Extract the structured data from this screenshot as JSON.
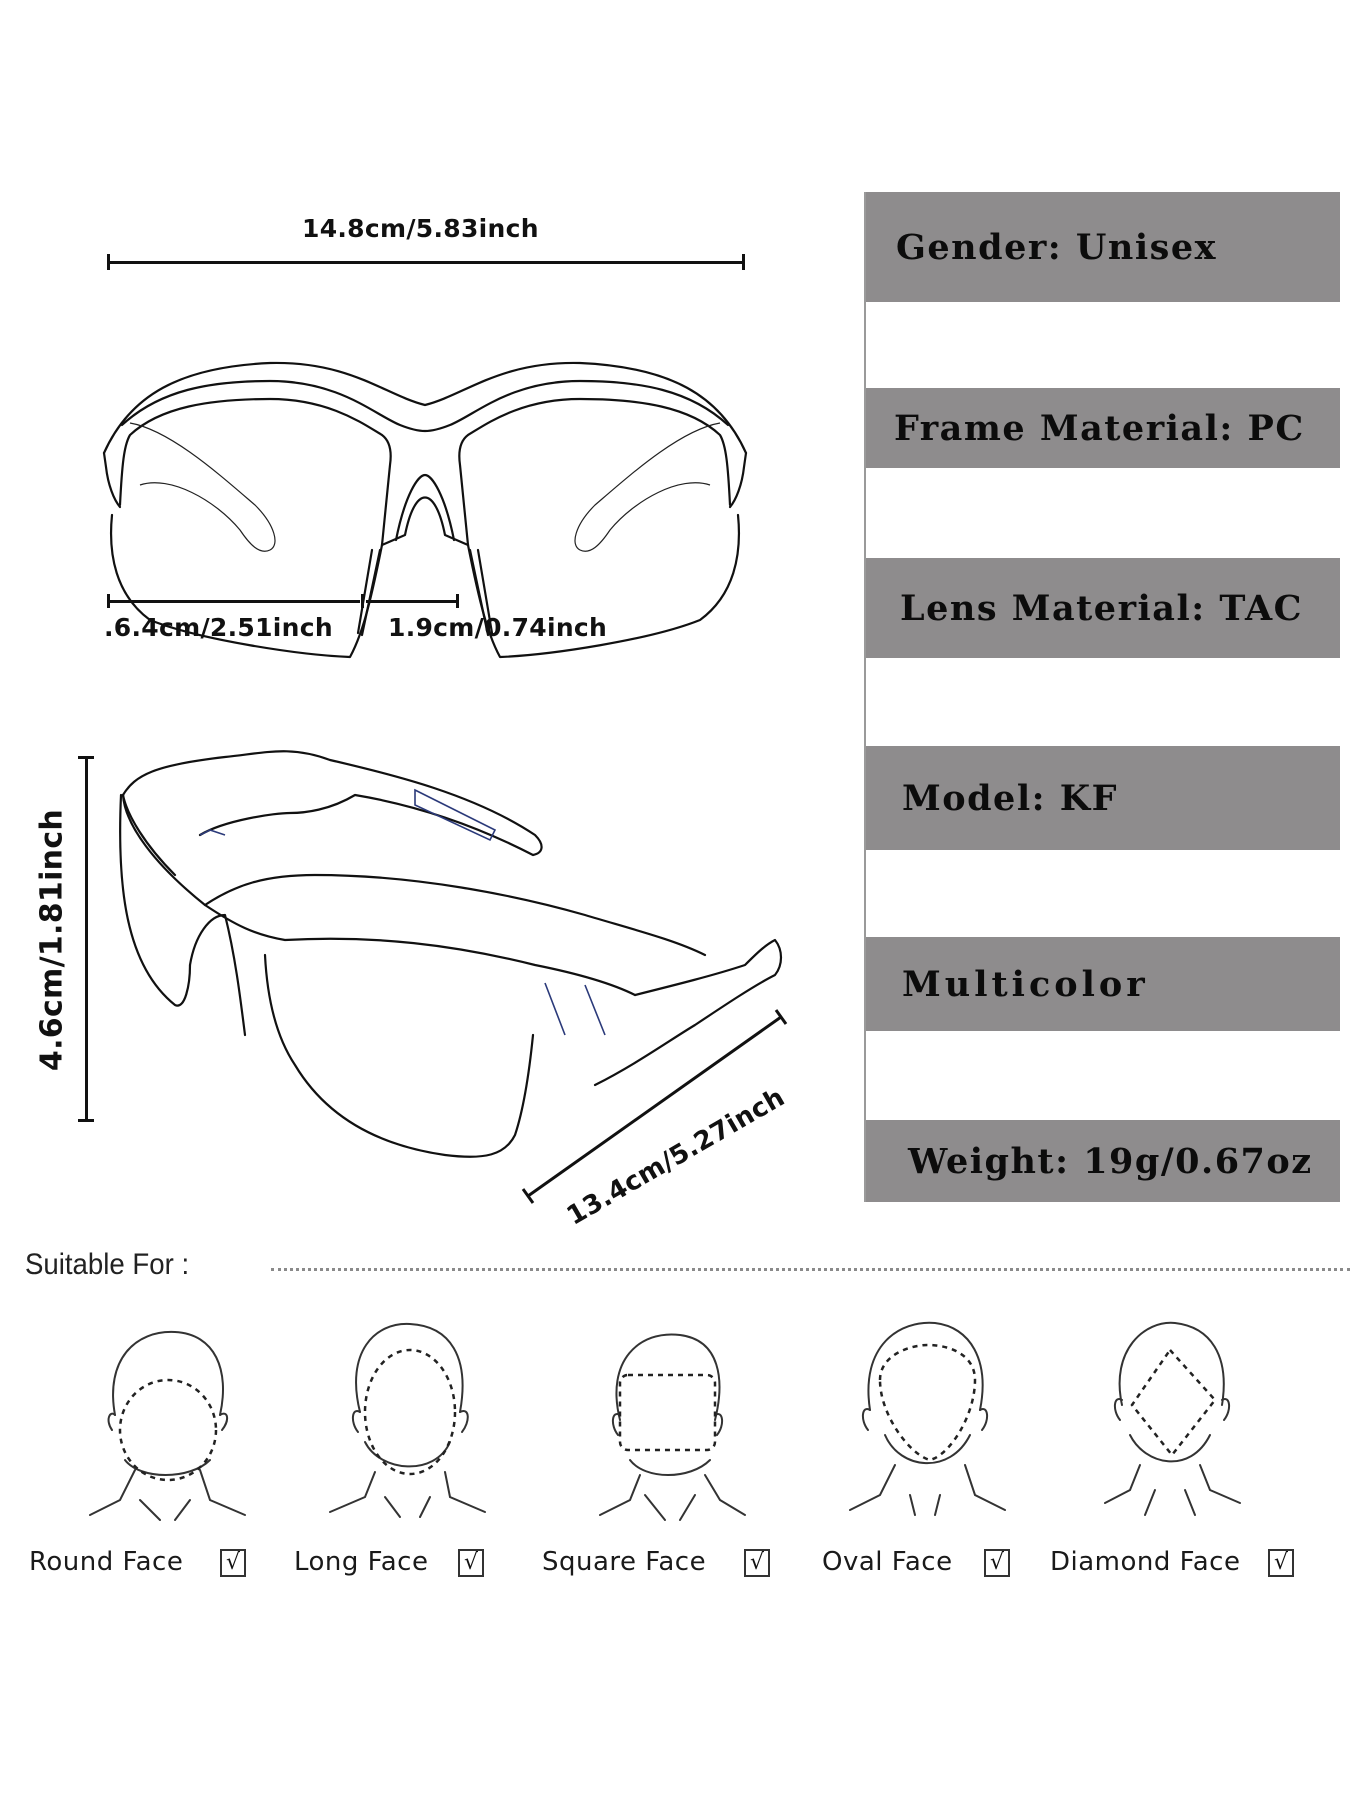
{
  "dimensions": {
    "total_width": "14.8cm/5.83inch",
    "lens_width": ".6.4cm/2.51inch",
    "bridge_width": "1.9cm/0.74inch",
    "lens_height": "4.6cm/1.81inch",
    "temple_length": "13.4cm/5.27inch"
  },
  "specs": {
    "rows": [
      {
        "label": "Gender: Unisex"
      },
      {
        "label": "Frame Material: PC"
      },
      {
        "label": "Lens Material: TAC"
      },
      {
        "label": "Model: KF"
      },
      {
        "label": "Multicolor"
      },
      {
        "label": "Weight: 19g/0.67oz"
      }
    ],
    "band_color": "#8e8c8d"
  },
  "suitable": {
    "title": "Suitable For :",
    "faces": [
      {
        "label": "Round Face",
        "checked": true,
        "check_glyph": "√"
      },
      {
        "label": "Long Face",
        "checked": true,
        "check_glyph": "√"
      },
      {
        "label": "Square Face",
        "checked": true,
        "check_glyph": "√"
      },
      {
        "label": "Oval Face",
        "checked": true,
        "check_glyph": "√"
      },
      {
        "label": "Diamond Face",
        "checked": true,
        "check_glyph": "√"
      }
    ]
  }
}
